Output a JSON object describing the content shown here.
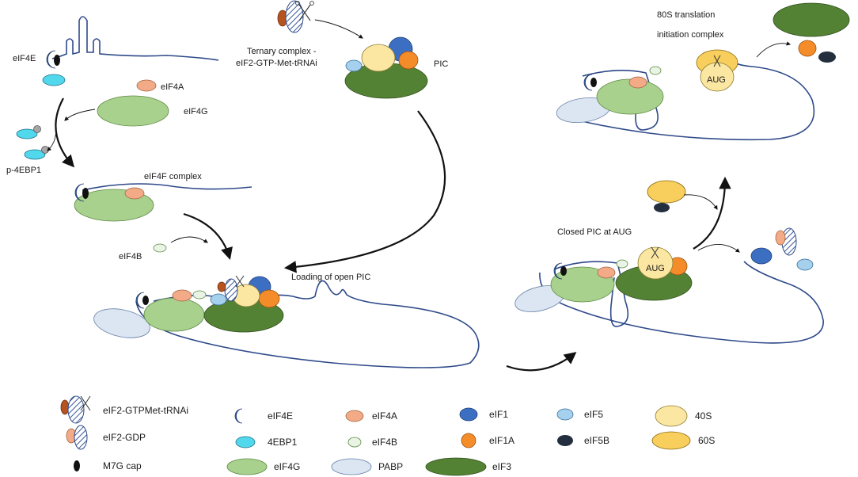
{
  "labels": {
    "eif4e": "eIF4E",
    "eif4a": "eIF4A",
    "eif4g": "eIF4G",
    "p4ebp1": "p-4EBP1",
    "eif4f_complex": "eIF4F complex",
    "eif4b": "eIF4B",
    "ternary_line1": "Ternary complex -",
    "ternary_line2": "eIF2-GTP-Met-tRNAi",
    "pic": "PIC",
    "loading_open_pic": "Loading of open PIC",
    "closed_pic": "Closed PIC at AUG",
    "translation_line1": "80S translation",
    "translation_line2": "initiation complex",
    "aug": "AUG"
  },
  "legend": {
    "items": [
      {
        "key": "ternary",
        "label": "eIF2-GTPMet-tRNAi"
      },
      {
        "key": "eif2gdp",
        "label": "eIF2-GDP"
      },
      {
        "key": "m7g",
        "label": "M7G cap"
      },
      {
        "key": "eif4e",
        "label": "eIF4E"
      },
      {
        "key": "4ebp1",
        "label": "4EBP1"
      },
      {
        "key": "eif4g",
        "label": "eIF4G"
      },
      {
        "key": "eif4a",
        "label": "eIF4A"
      },
      {
        "key": "eif4b",
        "label": "eIF4B"
      },
      {
        "key": "pabp",
        "label": "PABP"
      },
      {
        "key": "eif1",
        "label": "eIF1"
      },
      {
        "key": "eif1a",
        "label": "eIF1A"
      },
      {
        "key": "eif3",
        "label": "eIF3"
      },
      {
        "key": "eif5",
        "label": "eIF5"
      },
      {
        "key": "eif5b",
        "label": "eIF5B"
      },
      {
        "key": "40s",
        "label": "40S"
      },
      {
        "key": "60s",
        "label": "60S"
      }
    ]
  },
  "colors": {
    "mrna": "#2f4a8a",
    "arrow": "#111111",
    "eif4e": "#3a72b8",
    "cap": "#111111",
    "4ebp1": "#52d8ec",
    "eif4a": "#f2ab86",
    "eif4g": "#a9d18e",
    "eif4b": "#e9f4e6",
    "pabp": "#dbe6f2",
    "eif1": "#3c6fc2",
    "eif1a": "#f58c2a",
    "eif3": "#548235",
    "eif5": "#a5d0ee",
    "eif5b": "#232f3e",
    "40s": "#fbe7a1",
    "60s": "#f8cf5c",
    "met_trna": "#b5541f",
    "phospho": "#a6a6a6"
  }
}
